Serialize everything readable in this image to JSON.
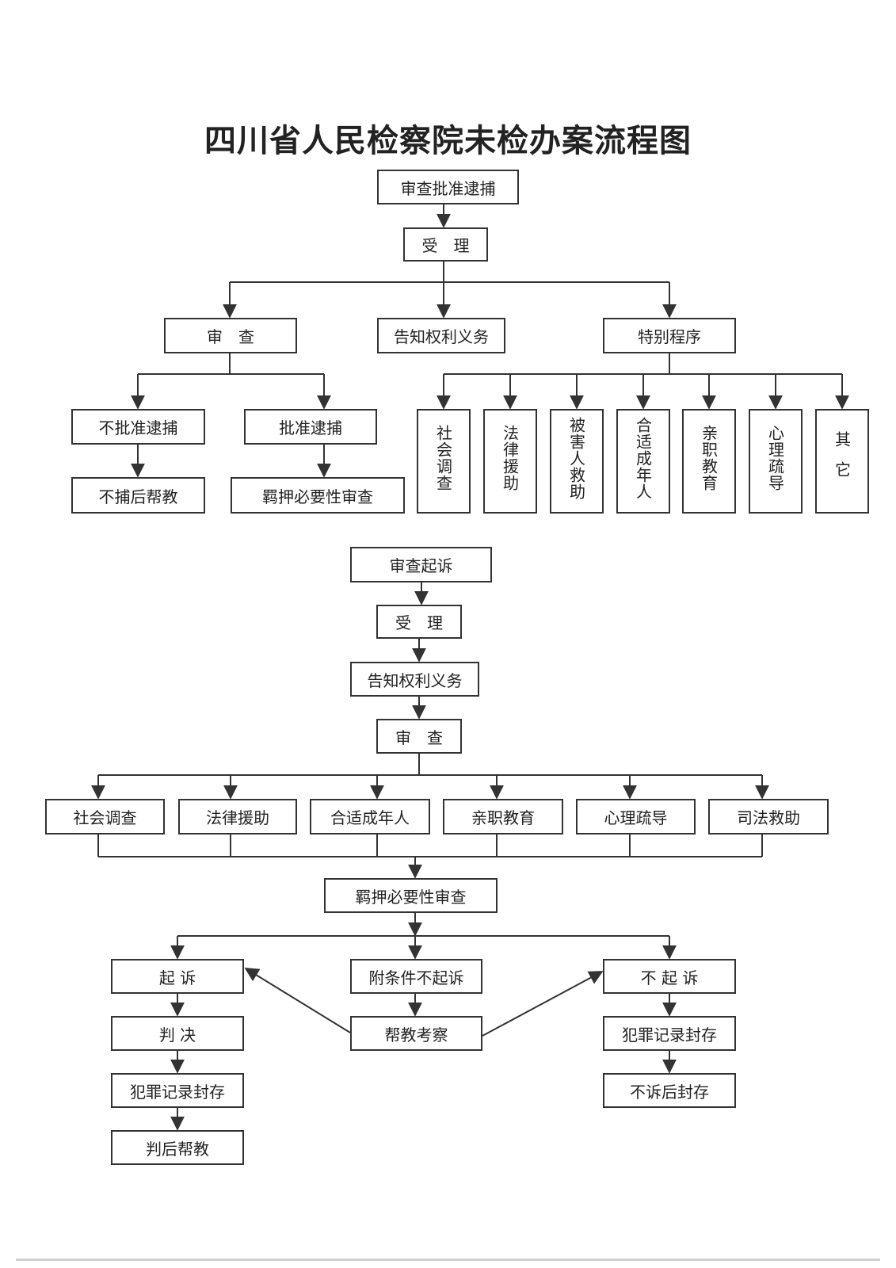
{
  "title": "四川省人民检察院未检办案流程图",
  "arrest_flow": {
    "start": "审查批准逮捕",
    "accept": "受　理",
    "branches": {
      "review": "审　查",
      "notify": "告知权利义务",
      "special": "特别程序"
    },
    "review_outcomes": {
      "not_approved": "不批准逮捕",
      "approved": "批准逮捕",
      "after_not_approved": "不捕后帮教",
      "after_approved": "羁押必要性审查"
    },
    "special_items": [
      "社会调查",
      "法律援助",
      "被害人救助",
      "合适成年人",
      "亲职教育",
      "心理疏导",
      "其它"
    ]
  },
  "prosecution_flow": {
    "start": "审查起诉",
    "accept": "受　理",
    "notify": "告知权利义务",
    "review": "审　查",
    "measures": [
      "社会调查",
      "法律援助",
      "合适成年人",
      "亲职教育",
      "心理疏导",
      "司法救助"
    ],
    "detention_review": "羁押必要性审查",
    "outcomes": {
      "prosecute": "起 诉",
      "conditional": "附条件不起诉",
      "not_prosecute": "不 起 诉"
    },
    "prosecute_chain": [
      "判 决",
      "犯罪记录封存",
      "判后帮教"
    ],
    "conditional_chain": [
      "帮教考察"
    ],
    "not_prosecute_chain": [
      "犯罪记录封存",
      "不诉后封存"
    ]
  },
  "colors": {
    "line": "#333333",
    "text": "#222222",
    "background": "#ffffff"
  }
}
